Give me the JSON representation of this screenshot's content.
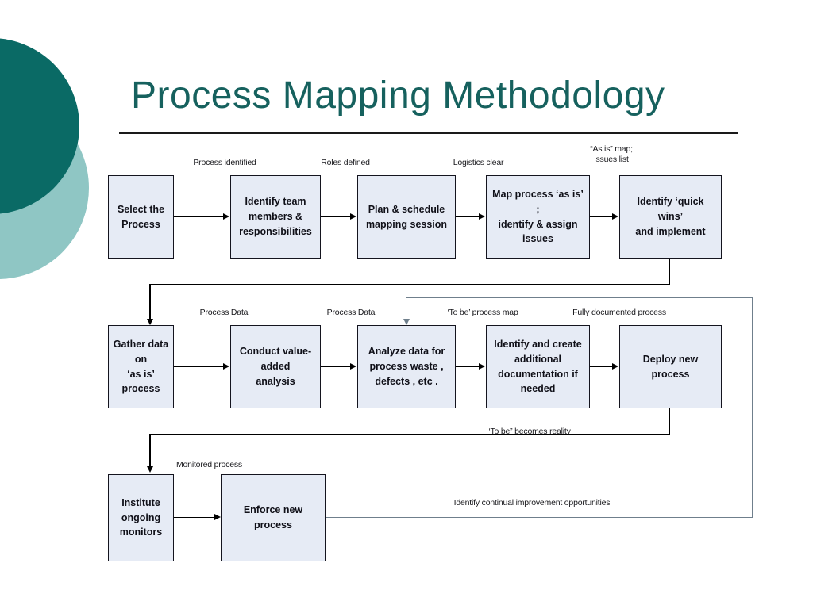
{
  "slide": {
    "title": "Process Mapping Methodology",
    "accent_color": "#16615e",
    "circle_dark_color": "#0a6a65",
    "circle_light_color": "#8fc6c4",
    "node_fill_color": "#e6ebf5",
    "node_border_color": "#14141e",
    "gray_connector_color": "#6f7f8c"
  },
  "nodes": [
    {
      "id": "select-the-process",
      "lines": [
        "Select the",
        "Process"
      ]
    },
    {
      "id": "identify-team-members",
      "lines": [
        "Identify team",
        "members &",
        "responsibilities"
      ]
    },
    {
      "id": "plan-schedule-mapping",
      "lines": [
        "Plan & schedule",
        "mapping session"
      ]
    },
    {
      "id": "map-process-as-is",
      "lines": [
        "Map process ‘as is’ ;",
        "identify  & assign",
        "issues"
      ]
    },
    {
      "id": "identify-quick-wins",
      "lines": [
        "Identify ‘quick wins’",
        "and implement"
      ]
    },
    {
      "id": "gather-data-as-is",
      "lines": [
        "Gather data on",
        "‘as is’ process"
      ]
    },
    {
      "id": "conduct-value-added",
      "lines": [
        "Conduct value-added",
        "analysis"
      ]
    },
    {
      "id": "analyze-data-waste",
      "lines": [
        "Analyze data for",
        "process waste ,",
        "defects , etc ."
      ]
    },
    {
      "id": "identify-create-docs",
      "lines": [
        "Identify and create",
        "additional",
        "documentation if",
        "needed"
      ]
    },
    {
      "id": "deploy-new-process",
      "lines": [
        "Deploy new process"
      ]
    },
    {
      "id": "institute-ongoing-monitors",
      "lines": [
        "Institute ongoing",
        "monitors"
      ]
    },
    {
      "id": "enforce-new-process",
      "lines": [
        "Enforce new process"
      ]
    }
  ],
  "edge_labels": [
    {
      "id": "process-identified",
      "text": "Process identified"
    },
    {
      "id": "roles-defined",
      "text": "Roles defined"
    },
    {
      "id": "logistics-clear",
      "text": "Logistics clear"
    },
    {
      "id": "as-is-map-issues-list",
      "text": "“As is” map;\nissues list"
    },
    {
      "id": "process-data-1",
      "text": "Process Data"
    },
    {
      "id": "process-data-2",
      "text": "Process Data"
    },
    {
      "id": "to-be-process-map",
      "text": "‘To be’ process map"
    },
    {
      "id": "fully-documented-process",
      "text": "Fully documented process"
    },
    {
      "id": "to-be-becomes-reality",
      "text": "‘To be” becomes reality"
    },
    {
      "id": "monitored-process",
      "text": "Monitored process"
    },
    {
      "id": "identify-continual-improvement",
      "text": "Identify continual improvement opportunities"
    }
  ]
}
